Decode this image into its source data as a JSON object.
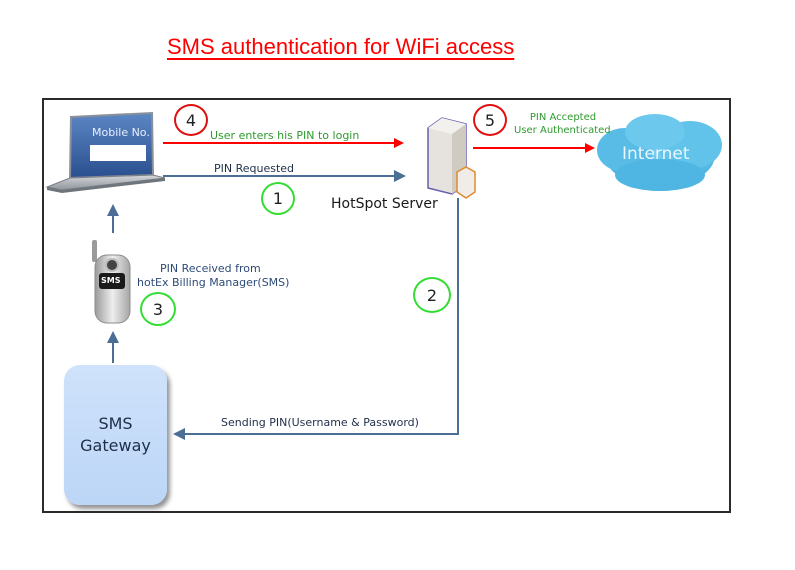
{
  "title": "SMS authentication for WiFi access",
  "nodes": {
    "laptop": {
      "screen_label": "Mobile No."
    },
    "server": {
      "label": "HotSpot Server"
    },
    "internet": {
      "label": "Internet"
    },
    "phone": {
      "screen_label": "SMS"
    },
    "gateway": {
      "line1": "SMS",
      "line2": "Gateway"
    }
  },
  "steps": [
    {
      "number": "1",
      "label": "PIN Requested",
      "style": "green-circle"
    },
    {
      "number": "2",
      "label": "Sending PIN(Username & Password)",
      "style": "green-circle"
    },
    {
      "number": "3",
      "label_line1": "PIN Received from",
      "label_line2": "hotEx Billing Manager(SMS)",
      "style": "green-circle"
    },
    {
      "number": "4",
      "label": "User enters his PIN to login",
      "style": "red-circle"
    },
    {
      "number": "5",
      "label_line1": "PIN Accepted",
      "label_line2": "User Authenticated",
      "style": "red-circle"
    }
  ],
  "colors": {
    "title": "#ff0000",
    "red_arrow": "#ff0000",
    "blue_arrow": "#4a6e94",
    "green_text": "#2e9a2e",
    "green_circle": "#33dd33",
    "red_circle": "#e01010",
    "cloud": "#5cc0e8",
    "gateway_fill": "#c8ddf9"
  }
}
